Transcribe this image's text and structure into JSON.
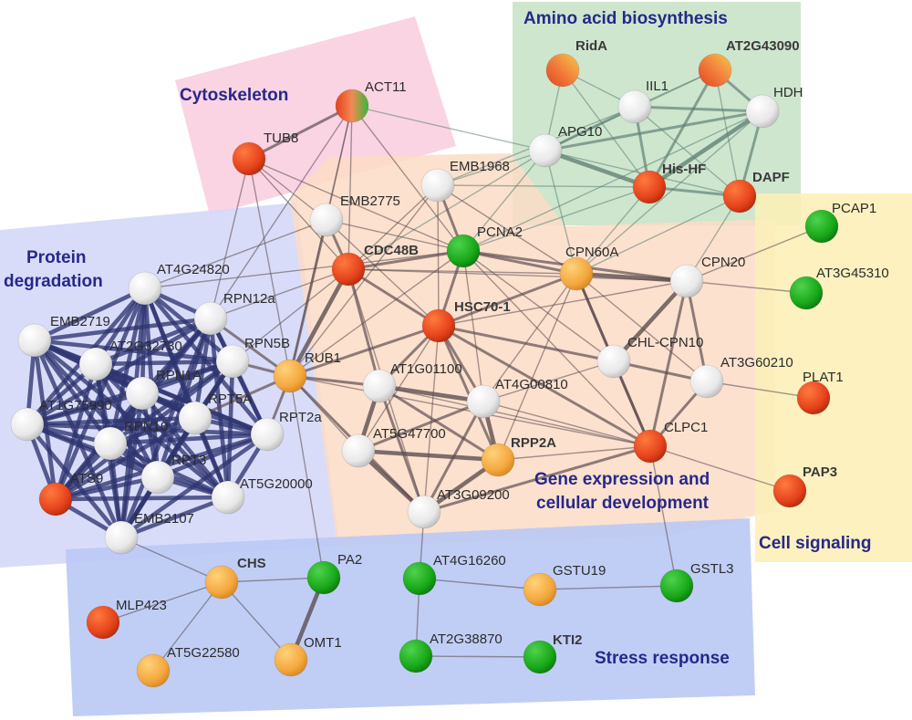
{
  "colors": {
    "red": "#e5421b",
    "orange": "#f4a73e",
    "green": "#18a818",
    "white": "#f2f2f2",
    "group_label": "#27288a"
  },
  "groups": [
    {
      "id": "cytoskeleton",
      "lines": [
        "Cytoskeleton"
      ],
      "fill": "#f9cfe0"
    },
    {
      "id": "amino",
      "lines": [
        "Amino acid biosynthesis"
      ],
      "fill": "#c9e3c9"
    },
    {
      "id": "protein",
      "lines": [
        "Protein",
        "degradation"
      ],
      "fill": "#d5d8f7"
    },
    {
      "id": "gene",
      "lines": [
        "Gene expression and",
        "cellular development"
      ],
      "fill": "#fbdcc6"
    },
    {
      "id": "signal",
      "lines": [
        "Cell signaling"
      ],
      "fill": "#fcefb8"
    },
    {
      "id": "stress",
      "lines": [
        "Stress response"
      ],
      "fill": "#b9c9f5"
    }
  ],
  "nodes": [
    {
      "id": "RidA",
      "label": "RidA",
      "color": "red-orange",
      "bold": true
    },
    {
      "id": "AT2G43090",
      "label": "AT2G43090",
      "color": "red-orange",
      "bold": true
    },
    {
      "id": "IIL1",
      "label": "IIL1",
      "color": "white"
    },
    {
      "id": "HDH",
      "label": "HDH",
      "color": "white"
    },
    {
      "id": "APG10",
      "label": "APG10",
      "color": "white"
    },
    {
      "id": "HisHF",
      "label": "His-HF",
      "color": "red",
      "bold": true
    },
    {
      "id": "DAPF",
      "label": "DAPF",
      "color": "red",
      "bold": true
    },
    {
      "id": "ACT11",
      "label": "ACT11",
      "color": "red-green"
    },
    {
      "id": "TUB8",
      "label": "TUB8",
      "color": "red"
    },
    {
      "id": "EMB1968",
      "label": "EMB1968",
      "color": "white"
    },
    {
      "id": "EMB2775",
      "label": "EMB2775",
      "color": "white"
    },
    {
      "id": "CDC48B",
      "label": "CDC48B",
      "color": "red",
      "bold": true
    },
    {
      "id": "PCNA2",
      "label": "PCNA2",
      "color": "green"
    },
    {
      "id": "CPN60A",
      "label": "CPN60A",
      "color": "orange"
    },
    {
      "id": "CPN20",
      "label": "CPN20",
      "color": "white"
    },
    {
      "id": "HSC701",
      "label": "HSC70-1",
      "color": "red",
      "bold": true
    },
    {
      "id": "CHLCPN10",
      "label": "CHL-CPN10",
      "color": "white"
    },
    {
      "id": "AT3G60210",
      "label": "AT3G60210",
      "color": "white"
    },
    {
      "id": "AT1G01100",
      "label": "AT1G01100",
      "color": "white"
    },
    {
      "id": "AT4G00810",
      "label": "AT4G00810",
      "color": "white"
    },
    {
      "id": "AT5G47700",
      "label": "AT5G47700",
      "color": "white"
    },
    {
      "id": "RPP2A",
      "label": "RPP2A",
      "color": "orange",
      "bold": true
    },
    {
      "id": "CLPC1",
      "label": "CLPC1",
      "color": "red"
    },
    {
      "id": "AT3G09200",
      "label": "AT3G09200",
      "color": "white"
    },
    {
      "id": "AT4G24820",
      "label": "AT4G24820",
      "color": "white"
    },
    {
      "id": "RPN12a",
      "label": "RPN12a",
      "color": "white"
    },
    {
      "id": "EMB2719",
      "label": "EMB2719",
      "color": "white"
    },
    {
      "id": "AT2G32730",
      "label": "AT2G32730",
      "color": "white"
    },
    {
      "id": "RPN5B",
      "label": "RPN5B",
      "color": "white"
    },
    {
      "id": "RUB1",
      "label": "RUB1",
      "color": "orange"
    },
    {
      "id": "RPN1A",
      "label": "RPN1A",
      "color": "white"
    },
    {
      "id": "AT1G75990",
      "label": "AT1G75990",
      "color": "white"
    },
    {
      "id": "RPT5A",
      "label": "RPT5A",
      "color": "white"
    },
    {
      "id": "RPN10",
      "label": "RPN10",
      "color": "white"
    },
    {
      "id": "RPT2a",
      "label": "RPT2a",
      "color": "white"
    },
    {
      "id": "RPT3",
      "label": "RPT3",
      "color": "white"
    },
    {
      "id": "ATS9",
      "label": "ATS9",
      "color": "red"
    },
    {
      "id": "AT5G20000",
      "label": "AT5G20000",
      "color": "white"
    },
    {
      "id": "EMB2107",
      "label": "EMB2107",
      "color": "white"
    },
    {
      "id": "PCAP1",
      "label": "PCAP1",
      "color": "green"
    },
    {
      "id": "AT3G45310",
      "label": "AT3G45310",
      "color": "green"
    },
    {
      "id": "PLAT1",
      "label": "PLAT1",
      "color": "red"
    },
    {
      "id": "PAP3",
      "label": "PAP3",
      "color": "red",
      "bold": true
    },
    {
      "id": "CHS",
      "label": "CHS",
      "color": "orange",
      "bold": true
    },
    {
      "id": "PA2",
      "label": "PA2",
      "color": "green"
    },
    {
      "id": "MLP423",
      "label": "MLP423",
      "color": "red"
    },
    {
      "id": "AT5G22580",
      "label": "AT5G22580",
      "color": "orange"
    },
    {
      "id": "OMT1",
      "label": "OMT1",
      "color": "orange"
    },
    {
      "id": "AT4G16260",
      "label": "AT4G16260",
      "color": "green"
    },
    {
      "id": "GSTU19",
      "label": "GSTU19",
      "color": "orange"
    },
    {
      "id": "GSTL3",
      "label": "GSTL3",
      "color": "green"
    },
    {
      "id": "AT2G38870",
      "label": "AT2G38870",
      "color": "green"
    },
    {
      "id": "KTI2",
      "label": "KTI2",
      "color": "green",
      "bold": true
    }
  ],
  "edges": [
    [
      "RidA",
      "IIL1",
      1
    ],
    [
      "RidA",
      "APG10",
      1
    ],
    [
      "RidA",
      "HisHF",
      1
    ],
    [
      "AT2G43090",
      "IIL1",
      1
    ],
    [
      "AT2G43090",
      "HDH",
      2
    ],
    [
      "AT2G43090",
      "APG10",
      1
    ],
    [
      "AT2G43090",
      "HisHF",
      2
    ],
    [
      "AT2G43090",
      "DAPF",
      1
    ],
    [
      "IIL1",
      "HDH",
      2
    ],
    [
      "IIL1",
      "APG10",
      2
    ],
    [
      "IIL1",
      "HisHF",
      2
    ],
    [
      "IIL1",
      "DAPF",
      1
    ],
    [
      "IIL1",
      "EMB1968",
      1
    ],
    [
      "HDH",
      "APG10",
      2
    ],
    [
      "HDH",
      "HisHF",
      3
    ],
    [
      "HDH",
      "DAPF",
      2
    ],
    [
      "HDH",
      "PCNA2",
      1
    ],
    [
      "HDH",
      "CPN60A",
      1
    ],
    [
      "APG10",
      "HisHF",
      3
    ],
    [
      "APG10",
      "DAPF",
      1
    ],
    [
      "APG10",
      "PCNA2",
      1
    ],
    [
      "APG10",
      "EMB1968",
      1
    ],
    [
      "APG10",
      "CPN60A",
      1
    ],
    [
      "APG10",
      "ACT11",
      1
    ],
    [
      "APG10",
      "CDC48B",
      1
    ],
    [
      "HisHF",
      "DAPF",
      2
    ],
    [
      "HisHF",
      "CPN60A",
      1
    ],
    [
      "HisHF",
      "PCNA2",
      1
    ],
    [
      "HisHF",
      "EMB1968",
      1
    ],
    [
      "DAPF",
      "CPN60A",
      1
    ],
    [
      "DAPF",
      "CPN20",
      1
    ],
    [
      "ACT11",
      "TUB8",
      2
    ],
    [
      "ACT11",
      "EMB2775",
      1
    ],
    [
      "ACT11",
      "CDC48B",
      1
    ],
    [
      "ACT11",
      "RUB1",
      1
    ],
    [
      "ACT11",
      "PCNA2",
      1
    ],
    [
      "ACT11",
      "RPN12a",
      1
    ],
    [
      "TUB8",
      "EMB2775",
      1
    ],
    [
      "TUB8",
      "CDC48B",
      1
    ],
    [
      "TUB8",
      "RUB1",
      1
    ],
    [
      "TUB8",
      "RPN12a",
      1
    ],
    [
      "TUB8",
      "PCNA2",
      1
    ],
    [
      "EMB1968",
      "CDC48B",
      1
    ],
    [
      "EMB1968",
      "PCNA2",
      2
    ],
    [
      "EMB1968",
      "HSC701",
      1
    ],
    [
      "EMB1968",
      "RUB1",
      1
    ],
    [
      "EMB1968",
      "CPN60A",
      1
    ],
    [
      "EMB2775",
      "CDC48B",
      2
    ],
    [
      "EMB2775",
      "RUB1",
      2
    ],
    [
      "EMB2775",
      "PCNA2",
      1
    ],
    [
      "EMB2775",
      "HSC701",
      1
    ],
    [
      "EMB2775",
      "AT4G24820",
      1
    ],
    [
      "CDC48B",
      "PCNA2",
      2
    ],
    [
      "CDC48B",
      "HSC701",
      2
    ],
    [
      "CDC48B",
      "RUB1",
      3
    ],
    [
      "CDC48B",
      "CPN60A",
      1
    ],
    [
      "CDC48B",
      "AT1G01100",
      2
    ],
    [
      "CDC48B",
      "RPN12a",
      1
    ],
    [
      "CDC48B",
      "RPN5B",
      1
    ],
    [
      "CDC48B",
      "CPN20",
      1
    ],
    [
      "CDC48B",
      "AT3G09200",
      1
    ],
    [
      "PCNA2",
      "HSC701",
      2
    ],
    [
      "PCNA2",
      "CPN60A",
      2
    ],
    [
      "PCNA2",
      "CPN20",
      2
    ],
    [
      "PCNA2",
      "CHLCPN10",
      1
    ],
    [
      "PCNA2",
      "CLPC1",
      1
    ],
    [
      "PCNA2",
      "AT4G00810",
      1
    ],
    [
      "PCNA2",
      "RUB1",
      1
    ],
    [
      "PCNA2",
      "AT4G24820",
      1
    ],
    [
      "CPN60A",
      "CPN20",
      3
    ],
    [
      "CPN60A",
      "CHLCPN10",
      2
    ],
    [
      "CPN60A",
      "HSC701",
      2
    ],
    [
      "CPN60A",
      "CLPC1",
      2
    ],
    [
      "CPN60A",
      "AT3G60210",
      1
    ],
    [
      "CPN60A",
      "AT4G00810",
      1
    ],
    [
      "CPN60A",
      "RPP2A",
      1
    ],
    [
      "CPN20",
      "CHLCPN10",
      3
    ],
    [
      "CPN20",
      "AT3G60210",
      2
    ],
    [
      "CPN20",
      "CLPC1",
      2
    ],
    [
      "CPN20",
      "AT3G45310",
      1
    ],
    [
      "CPN20",
      "HSC701",
      1
    ],
    [
      "HSC701",
      "CHLCPN10",
      2
    ],
    [
      "HSC701",
      "CLPC1",
      2
    ],
    [
      "HSC701",
      "AT1G01100",
      2
    ],
    [
      "HSC701",
      "AT4G00810",
      2
    ],
    [
      "HSC701",
      "RPP2A",
      2
    ],
    [
      "HSC701",
      "RUB1",
      2
    ],
    [
      "HSC701",
      "AT3G09200",
      1
    ],
    [
      "HSC701",
      "AT5G47700",
      1
    ],
    [
      "CHLCPN10",
      "AT3G60210",
      2
    ],
    [
      "CHLCPN10",
      "CLPC1",
      2
    ],
    [
      "CHLCPN10",
      "AT4G00810",
      1
    ],
    [
      "AT3G60210",
      "CLPC1",
      2
    ],
    [
      "AT3G60210",
      "PLAT1",
      1
    ],
    [
      "AT1G01100",
      "AT4G00810",
      3
    ],
    [
      "AT1G01100",
      "AT5G47700",
      3
    ],
    [
      "AT1G01100",
      "RPP2A",
      2
    ],
    [
      "AT1G01100",
      "AT3G09200",
      2
    ],
    [
      "AT1G01100",
      "RUB1",
      2
    ],
    [
      "AT1G01100",
      "CLPC1",
      1
    ],
    [
      "AT4G00810",
      "RPP2A",
      3
    ],
    [
      "AT4G00810",
      "AT5G47700",
      2
    ],
    [
      "AT4G00810",
      "AT3G09200",
      2
    ],
    [
      "AT4G00810",
      "CLPC1",
      1
    ],
    [
      "AT5G47700",
      "RPP2A",
      3
    ],
    [
      "AT5G47700",
      "AT3G09200",
      3
    ],
    [
      "AT5G47700",
      "RUB1",
      1
    ],
    [
      "RPP2A",
      "AT3G09200",
      3
    ],
    [
      "RPP2A",
      "CLPC1",
      1
    ],
    [
      "CLPC1",
      "AT3G09200",
      2
    ],
    [
      "CLPC1",
      "PAP3",
      1
    ],
    [
      "CLPC1",
      "GSTL3",
      1
    ],
    [
      "CLPC1",
      "RUB1",
      1
    ],
    [
      "AT3G09200",
      "RUB1",
      2
    ],
    [
      "AT3G09200",
      "AT4G16260",
      1
    ],
    [
      "AT4G24820",
      "RPN12a",
      3
    ],
    [
      "AT4G24820",
      "EMB2719",
      3
    ],
    [
      "AT4G24820",
      "AT2G32730",
      3
    ],
    [
      "AT4G24820",
      "RPN5B",
      3
    ],
    [
      "AT4G24820",
      "RPN1A",
      3
    ],
    [
      "AT4G24820",
      "AT1G75990",
      3
    ],
    [
      "AT4G24820",
      "RPT5A",
      3
    ],
    [
      "AT4G24820",
      "RPN10",
      3
    ],
    [
      "AT4G24820",
      "RPT2a",
      3
    ],
    [
      "AT4G24820",
      "RPT3",
      3
    ],
    [
      "AT4G24820",
      "ATS9",
      3
    ],
    [
      "AT4G24820",
      "AT5G20000",
      3
    ],
    [
      "AT4G24820",
      "EMB2107",
      3
    ],
    [
      "RPN12a",
      "EMB2719",
      3
    ],
    [
      "RPN12a",
      "AT2G32730",
      3
    ],
    [
      "RPN12a",
      "RPN5B",
      3
    ],
    [
      "RPN12a",
      "RPN1A",
      3
    ],
    [
      "RPN12a",
      "AT1G75990",
      3
    ],
    [
      "RPN12a",
      "RPT5A",
      3
    ],
    [
      "RPN12a",
      "RPN10",
      3
    ],
    [
      "RPN12a",
      "RPT2a",
      3
    ],
    [
      "RPN12a",
      "RPT3",
      3
    ],
    [
      "RPN12a",
      "ATS9",
      3
    ],
    [
      "RPN12a",
      "AT5G20000",
      3
    ],
    [
      "RPN12a",
      "EMB2107",
      3
    ],
    [
      "RPN12a",
      "RUB1",
      2
    ],
    [
      "EMB2719",
      "AT2G32730",
      3
    ],
    [
      "EMB2719",
      "RPN5B",
      3
    ],
    [
      "EMB2719",
      "RPN1A",
      3
    ],
    [
      "EMB2719",
      "AT1G75990",
      3
    ],
    [
      "EMB2719",
      "RPT5A",
      3
    ],
    [
      "EMB2719",
      "RPN10",
      3
    ],
    [
      "EMB2719",
      "RPT2a",
      3
    ],
    [
      "EMB2719",
      "RPT3",
      3
    ],
    [
      "EMB2719",
      "ATS9",
      3
    ],
    [
      "EMB2719",
      "AT5G20000",
      3
    ],
    [
      "EMB2719",
      "EMB2107",
      3
    ],
    [
      "AT2G32730",
      "RPN5B",
      3
    ],
    [
      "AT2G32730",
      "RPN1A",
      3
    ],
    [
      "AT2G32730",
      "AT1G75990",
      3
    ],
    [
      "AT2G32730",
      "RPT5A",
      3
    ],
    [
      "AT2G32730",
      "RPN10",
      3
    ],
    [
      "AT2G32730",
      "RPT2a",
      3
    ],
    [
      "AT2G32730",
      "RPT3",
      3
    ],
    [
      "AT2G32730",
      "ATS9",
      3
    ],
    [
      "AT2G32730",
      "AT5G20000",
      3
    ],
    [
      "AT2G32730",
      "EMB2107",
      3
    ],
    [
      "RPN5B",
      "RPN1A",
      3
    ],
    [
      "RPN5B",
      "AT1G75990",
      3
    ],
    [
      "RPN5B",
      "RPT5A",
      3
    ],
    [
      "RPN5B",
      "RPN10",
      3
    ],
    [
      "RPN5B",
      "RPT2a",
      3
    ],
    [
      "RPN5B",
      "RPT3",
      3
    ],
    [
      "RPN5B",
      "ATS9",
      3
    ],
    [
      "RPN5B",
      "AT5G20000",
      3
    ],
    [
      "RPN5B",
      "EMB2107",
      3
    ],
    [
      "RPN5B",
      "RUB1",
      2
    ],
    [
      "RPN1A",
      "AT1G75990",
      3
    ],
    [
      "RPN1A",
      "RPT5A",
      3
    ],
    [
      "RPN1A",
      "RPN10",
      3
    ],
    [
      "RPN1A",
      "RPT2a",
      3
    ],
    [
      "RPN1A",
      "RPT3",
      3
    ],
    [
      "RPN1A",
      "ATS9",
      3
    ],
    [
      "RPN1A",
      "AT5G20000",
      3
    ],
    [
      "RPN1A",
      "EMB2107",
      3
    ],
    [
      "AT1G75990",
      "RPT5A",
      3
    ],
    [
      "AT1G75990",
      "RPN10",
      3
    ],
    [
      "AT1G75990",
      "RPT2a",
      3
    ],
    [
      "AT1G75990",
      "RPT3",
      3
    ],
    [
      "AT1G75990",
      "ATS9",
      3
    ],
    [
      "AT1G75990",
      "AT5G20000",
      3
    ],
    [
      "AT1G75990",
      "EMB2107",
      3
    ],
    [
      "RPT5A",
      "RPN10",
      3
    ],
    [
      "RPT5A",
      "RPT2a",
      3
    ],
    [
      "RPT5A",
      "RPT3",
      3
    ],
    [
      "RPT5A",
      "ATS9",
      3
    ],
    [
      "RPT5A",
      "AT5G20000",
      3
    ],
    [
      "RPT5A",
      "EMB2107",
      3
    ],
    [
      "RPT5A",
      "RUB1",
      2
    ],
    [
      "RPN10",
      "RPT2a",
      3
    ],
    [
      "RPN10",
      "RPT3",
      3
    ],
    [
      "RPN10",
      "ATS9",
      3
    ],
    [
      "RPN10",
      "AT5G20000",
      3
    ],
    [
      "RPN10",
      "EMB2107",
      3
    ],
    [
      "RPT2a",
      "RPT3",
      3
    ],
    [
      "RPT2a",
      "ATS9",
      3
    ],
    [
      "RPT2a",
      "AT5G20000",
      3
    ],
    [
      "RPT2a",
      "EMB2107",
      3
    ],
    [
      "RPT2a",
      "RUB1",
      2
    ],
    [
      "RPT3",
      "ATS9",
      3
    ],
    [
      "RPT3",
      "AT5G20000",
      3
    ],
    [
      "RPT3",
      "EMB2107",
      3
    ],
    [
      "ATS9",
      "AT5G20000",
      3
    ],
    [
      "ATS9",
      "EMB2107",
      3
    ],
    [
      "AT5G20000",
      "EMB2107",
      3
    ],
    [
      "RUB1",
      "PA2",
      1
    ],
    [
      "EMB2107",
      "CHS",
      1
    ],
    [
      "PCAP1",
      "CPN20",
      1
    ],
    [
      "CHS",
      "PA2",
      1
    ],
    [
      "CHS",
      "MLP423",
      1
    ],
    [
      "CHS",
      "AT5G22580",
      1
    ],
    [
      "CHS",
      "OMT1",
      1
    ],
    [
      "PA2",
      "OMT1",
      3
    ],
    [
      "AT4G16260",
      "GSTU19",
      1
    ],
    [
      "AT4G16260",
      "AT2G38870",
      1
    ],
    [
      "GSTU19",
      "GSTL3",
      1
    ],
    [
      "AT2G38870",
      "KTI2",
      1
    ]
  ]
}
